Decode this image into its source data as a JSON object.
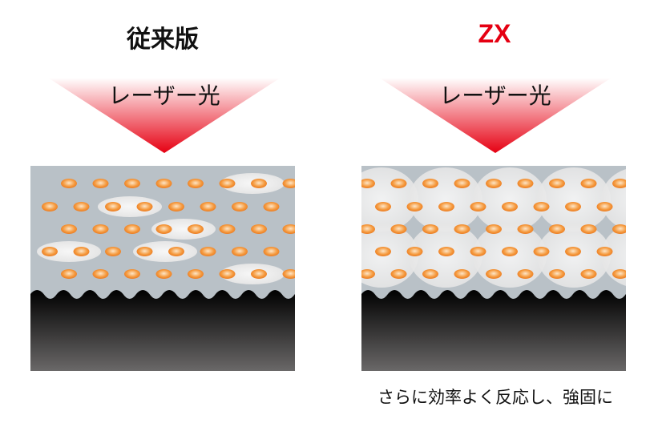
{
  "left": {
    "title": "従来版",
    "beam_label": "レーザー光",
    "title_color": "#111111"
  },
  "right": {
    "title": "ZX",
    "beam_label": "レーザー光",
    "title_color": "#e50012",
    "caption": "さらに効率よく反応し、強固に"
  },
  "colors": {
    "beam_top": "#ffffff",
    "beam_bottom": "#e60012",
    "resin": "#b9c1c7",
    "particle": "#f08a2c",
    "substrate_top": "#000000",
    "substrate_bottom": "#6a6868"
  }
}
